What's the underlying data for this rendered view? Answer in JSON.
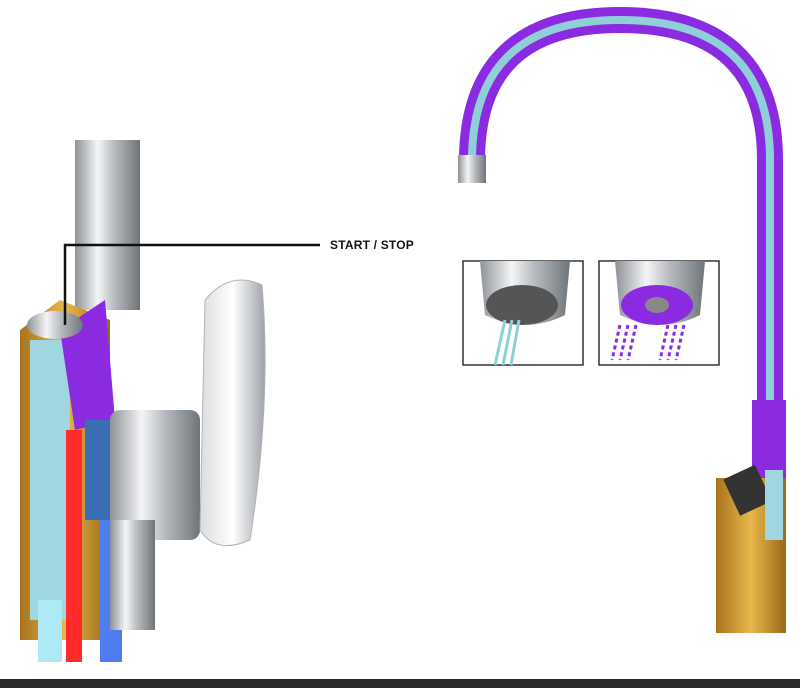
{
  "callout": {
    "label": "START / STOP"
  },
  "colors": {
    "cold_water": "#4f7cf0",
    "hot_water": "#ff2a2a",
    "filtered_water": "#aeeaf5",
    "purified_channel": "#8a2be2",
    "brass": "#c8952e",
    "chrome": "#c9ccd0",
    "bottom_bar": "#2a2a2a"
  },
  "insets": [
    {
      "name": "normal-stream",
      "icon": "aerator-stream-icon"
    },
    {
      "name": "filtered-spray",
      "icon": "aerator-spray-icon"
    }
  ]
}
